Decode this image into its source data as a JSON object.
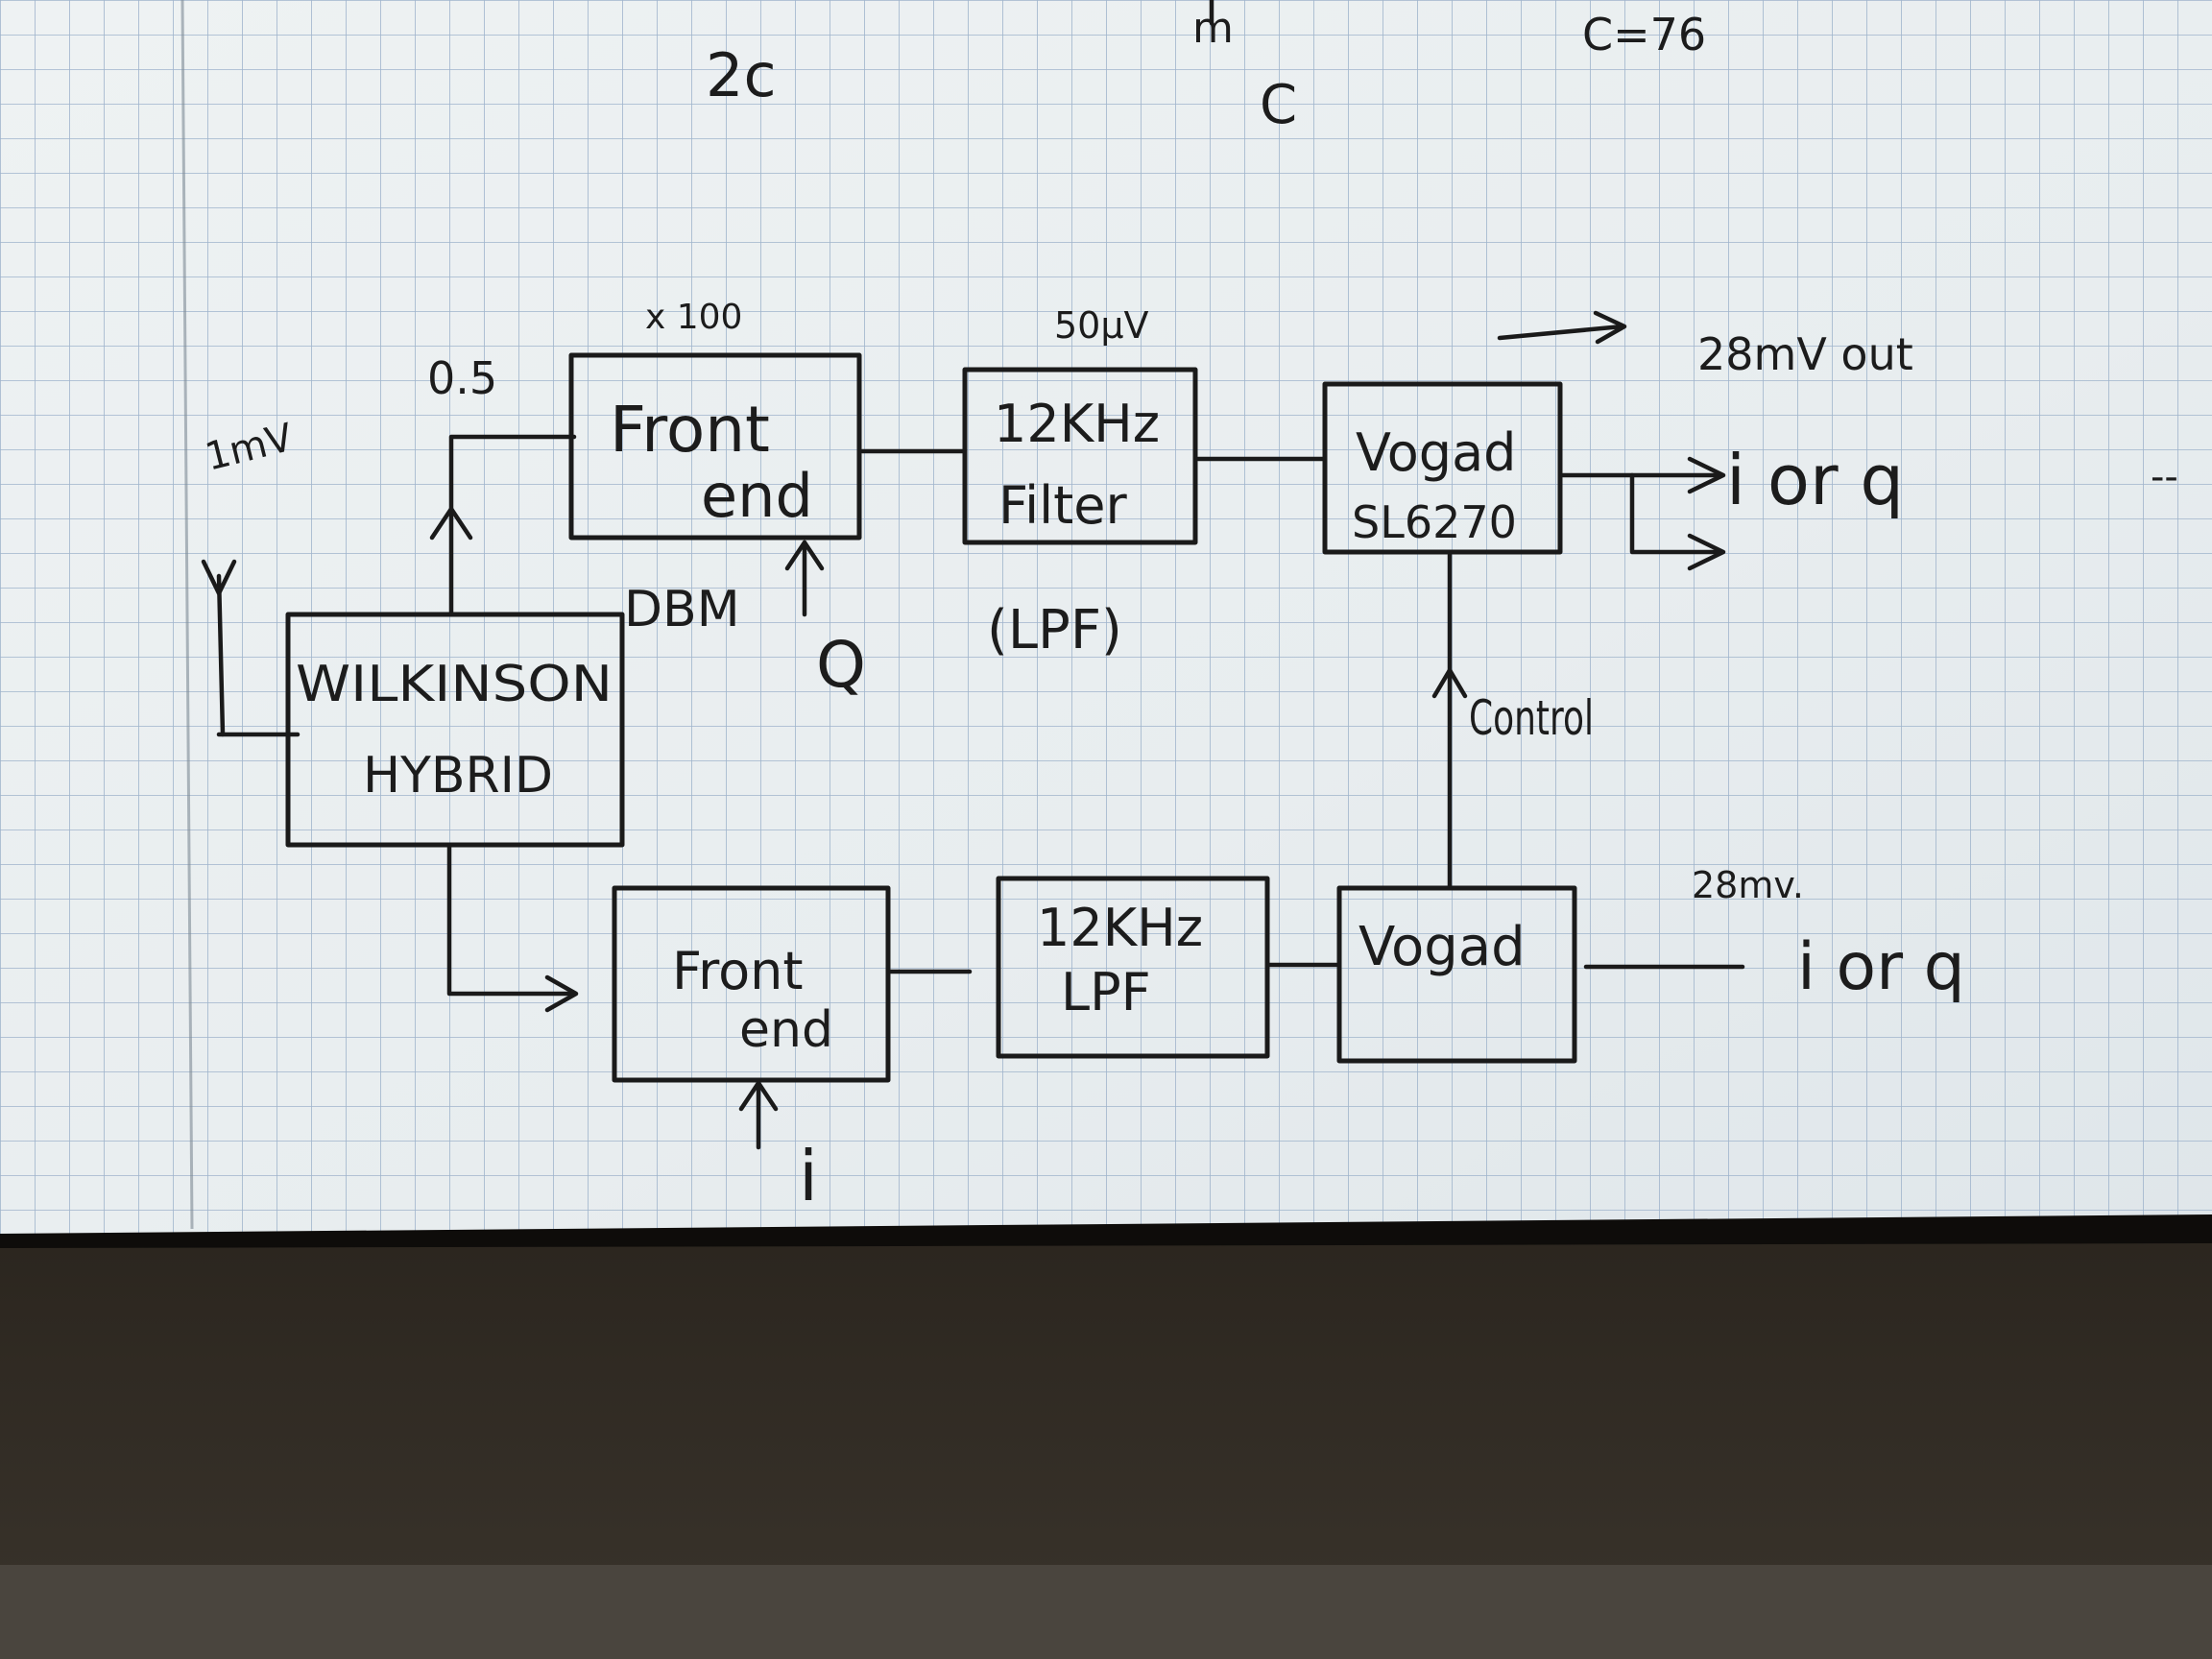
{
  "top_notes": {
    "label_2c": "2c",
    "label_c": "C",
    "label_c76": "C=76",
    "label_cap_symbol": "m"
  },
  "antenna": {
    "level_label": "1mV"
  },
  "hybrid": {
    "line1": "WILKINSON",
    "line2": "HYBRID",
    "level_out": "0.5"
  },
  "top_chain": {
    "front_end": {
      "line1": "Front",
      "line2": "end",
      "gain_label": "x 100",
      "mixer_label": "DBM",
      "lo_label": "Q"
    },
    "filter": {
      "line1": "12KHz",
      "line2": "Filter",
      "level_label": "50μV",
      "sub_label": "(LPF)"
    },
    "vogad": {
      "line1": "Vogad",
      "line2": "SL6270"
    },
    "output": {
      "arrow_note": "→",
      "level_label": "28mV out",
      "signal_label": "i or q"
    }
  },
  "bottom_chain": {
    "front_end": {
      "line1": "Front",
      "line2": "end",
      "lo_label": "i"
    },
    "filter": {
      "line1": "12KHz",
      "line2": "LPF"
    },
    "vogad": {
      "line1": "Vogad"
    },
    "output": {
      "level_label": "28mv.",
      "signal_label": "i or q"
    }
  },
  "control": {
    "label": "Control"
  },
  "edge_mark": "--"
}
